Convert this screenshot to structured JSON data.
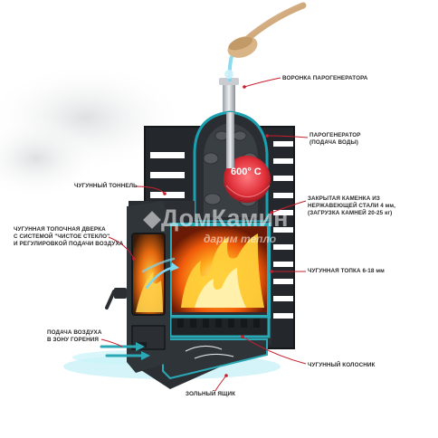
{
  "labels": {
    "funnel": [
      "ВОРОНКА ПАРОГЕНЕРАТОРА"
    ],
    "steam_generator": [
      "ПАРОГЕНЕРАТОР",
      "(ПОДАЧА ВОДЫ)"
    ],
    "stone_box": [
      "ЗАКРЫТАЯ КАМЕНКА ИЗ",
      "НЕРЖАВЕЮЩЕЙ СТАЛИ 4 мм,",
      "(ЗАГРУЗКА КАМНЕЙ 20-25 кг)"
    ],
    "firebox": [
      "ЧУГУННАЯ ТОПКА 6-18 мм"
    ],
    "grate": [
      "ЧУГУННЫЙ КОЛОСНИК"
    ],
    "ash_box": [
      "ЗОЛЬНЫЙ ЯЩИК"
    ],
    "tunnel": [
      "ЧУГУННЫЙ ТОННЕЛЬ"
    ],
    "door": [
      "ЧУГУННАЯ ТОПОЧНАЯ ДВЕРКА",
      "С СИСТЕМОЙ \"ЧИСТОЕ СТЕКЛО\"",
      "И РЕГУЛИРОВКОЙ ПОДАЧИ ВОЗДУХА"
    ],
    "air_supply": [
      "ПОДАЧА ВОЗДУХА",
      "В ЗОНУ ГОРЕНИЯ"
    ]
  },
  "temperature": "600° C",
  "watermark": {
    "brand": "ДомКамин",
    "tagline": "дарим тепло"
  },
  "colors": {
    "steel": "#2b2f33",
    "accent_cyan": "#2aa8b5",
    "fire": "#f47b12",
    "heat_red": "#e0303a",
    "leader": "#c81e2e"
  }
}
